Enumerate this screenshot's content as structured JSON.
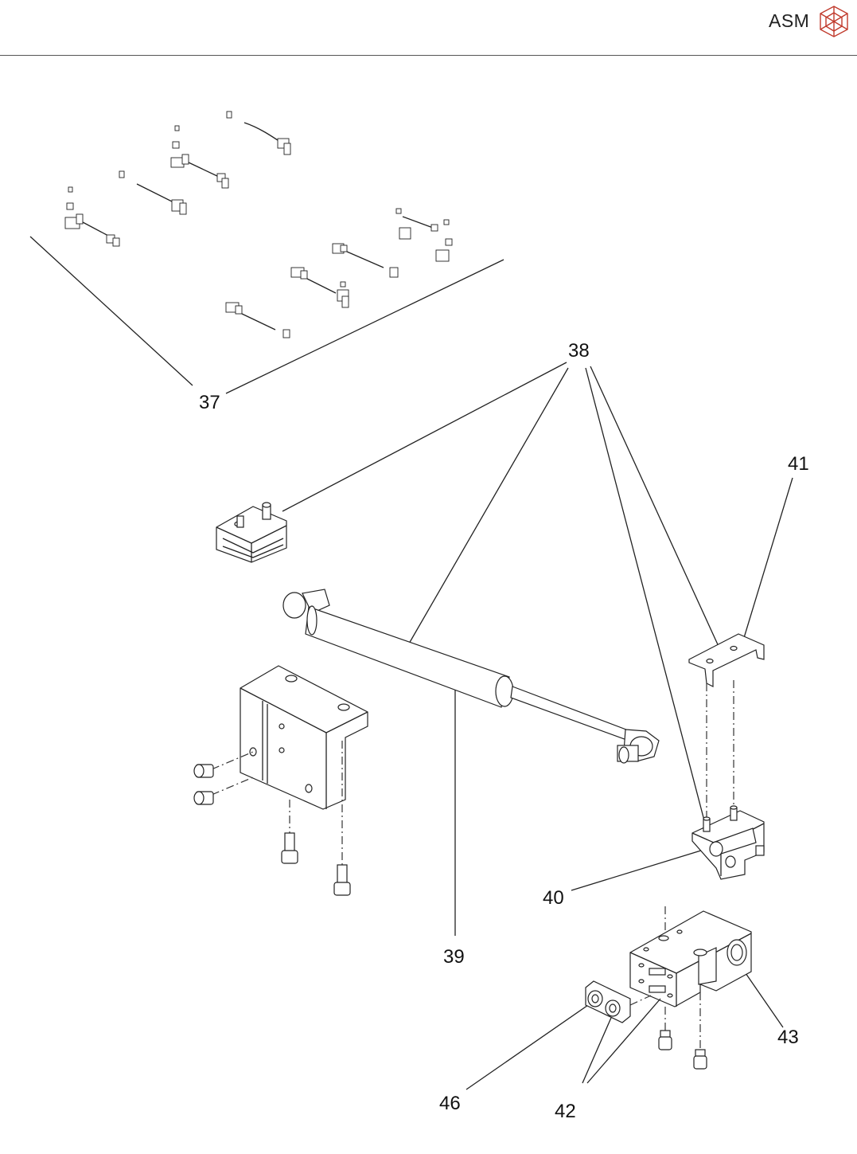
{
  "header": {
    "brand": "ASM",
    "logo_icon": "asm-cube-logo-icon"
  },
  "diagram": {
    "callouts": [
      {
        "id": "37",
        "text": "37"
      },
      {
        "id": "38",
        "text": "38"
      },
      {
        "id": "39",
        "text": "39"
      },
      {
        "id": "40",
        "text": "40"
      },
      {
        "id": "41",
        "text": "41"
      },
      {
        "id": "42",
        "text": "42"
      },
      {
        "id": "43",
        "text": "43"
      },
      {
        "id": "46",
        "text": "46"
      }
    ]
  }
}
